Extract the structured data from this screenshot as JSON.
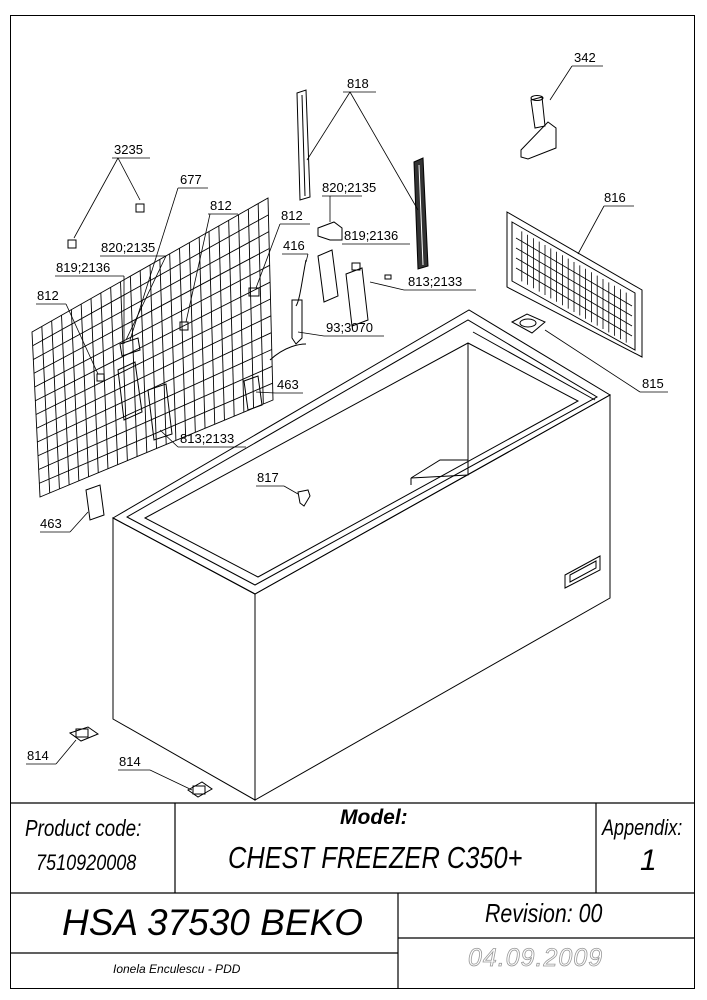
{
  "callouts": [
    {
      "id": "c818",
      "text": "818"
    },
    {
      "id": "c342",
      "text": "342"
    },
    {
      "id": "c3235",
      "text": "3235"
    },
    {
      "id": "c677",
      "text": "677"
    },
    {
      "id": "c820a",
      "text": "820;2135"
    },
    {
      "id": "c812a",
      "text": "812"
    },
    {
      "id": "c812b",
      "text": "812"
    },
    {
      "id": "c816",
      "text": "816"
    },
    {
      "id": "c416",
      "text": "416"
    },
    {
      "id": "c819a",
      "text": "819;2136"
    },
    {
      "id": "c820b",
      "text": "820;2135"
    },
    {
      "id": "c819b",
      "text": "819;2136"
    },
    {
      "id": "c813a",
      "text": "813;2133"
    },
    {
      "id": "c812c",
      "text": "812"
    },
    {
      "id": "c93",
      "text": "93;3070"
    },
    {
      "id": "c815",
      "text": "815"
    },
    {
      "id": "c463a",
      "text": "463"
    },
    {
      "id": "c813b",
      "text": "813;2133"
    },
    {
      "id": "c817",
      "text": "817"
    },
    {
      "id": "c463b",
      "text": "463"
    },
    {
      "id": "c814a",
      "text": "814"
    },
    {
      "id": "c814b",
      "text": "814"
    }
  ],
  "title_block": {
    "product_label": "Product code:",
    "product_code": "7510920008",
    "model_label": "Model:",
    "model_name": "CHEST FREEZER C350+",
    "appendix_label": "Appendix:",
    "appendix_number": "1",
    "document_code": "HSA 37530 BEKO",
    "revision": "Revision: 00",
    "author": "Ionela Enculescu - PDD",
    "date": "04.09.2009"
  }
}
